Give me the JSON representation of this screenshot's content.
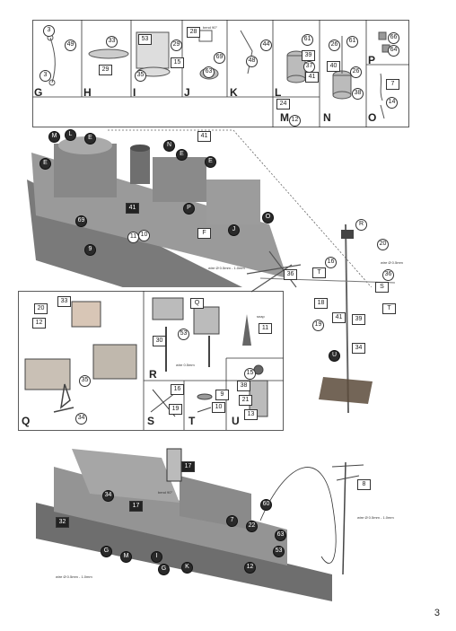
{
  "page_number": "3",
  "top_row_panels": [
    {
      "letter": "G",
      "parts": [
        "3",
        "49",
        "3"
      ]
    },
    {
      "letter": "H",
      "parts": [
        "33",
        "29"
      ]
    },
    {
      "letter": "I",
      "parts": [
        "53",
        "29",
        "35",
        "15"
      ]
    },
    {
      "letter": "J",
      "parts": [
        "28",
        "69",
        "63"
      ],
      "note": "bend 90°"
    },
    {
      "letter": "K",
      "parts": [
        "44",
        "48"
      ]
    },
    {
      "letter": "L",
      "parts": [
        "61",
        "39",
        "37",
        "41"
      ]
    },
    {
      "letter": "M",
      "parts": [
        "24",
        "12"
      ]
    },
    {
      "letter": "N",
      "parts": [
        "26",
        "61",
        "40",
        "26",
        "38"
      ]
    },
    {
      "letter": "O",
      "parts": [
        "7",
        "14"
      ]
    },
    {
      "letter": "P",
      "parts": [
        "66",
        "64"
      ]
    }
  ],
  "ship_top_labels": [
    "M",
    "L",
    "E",
    "E",
    "N",
    "E",
    "E",
    "41",
    "69",
    "41",
    "10",
    "11",
    "9",
    "P",
    "F",
    "J",
    "O",
    "U"
  ],
  "mast_labels": [
    "R",
    "20",
    "16",
    "T",
    "S",
    "36",
    "18",
    "41",
    "39",
    "19",
    "U",
    "34",
    "T",
    "11"
  ],
  "mast_notes": {
    "snap": "snap",
    "wire_a": "wire Ø 0.5mm - 1.0mm",
    "wire_b": "wire Ø 0.5mm"
  },
  "middle_panels": [
    {
      "letter": "Q",
      "parts": [
        "33",
        "20",
        "12",
        "35",
        "34"
      ]
    },
    {
      "letter": "R",
      "parts": [
        "Q",
        "30",
        "53"
      ],
      "note": "wire 0.5mm"
    },
    {
      "letter": "S",
      "parts": [
        "16",
        "19"
      ]
    },
    {
      "letter": "T",
      "parts": [
        "9",
        "10"
      ]
    },
    {
      "letter": "U",
      "parts": [
        "15",
        "38",
        "21",
        "13"
      ]
    }
  ],
  "bottom_labels": [
    "17",
    "34",
    "17",
    "32",
    "G",
    "M",
    "I",
    "G",
    "K",
    "7",
    "60",
    "22",
    "63",
    "53",
    "12",
    "8"
  ],
  "bottom_notes": {
    "bend": "bend 90°",
    "wire": "wire Ø 0.5mm - 1.0mm",
    "wire2": "wire Ø 0.5mm - 1.0mm"
  }
}
